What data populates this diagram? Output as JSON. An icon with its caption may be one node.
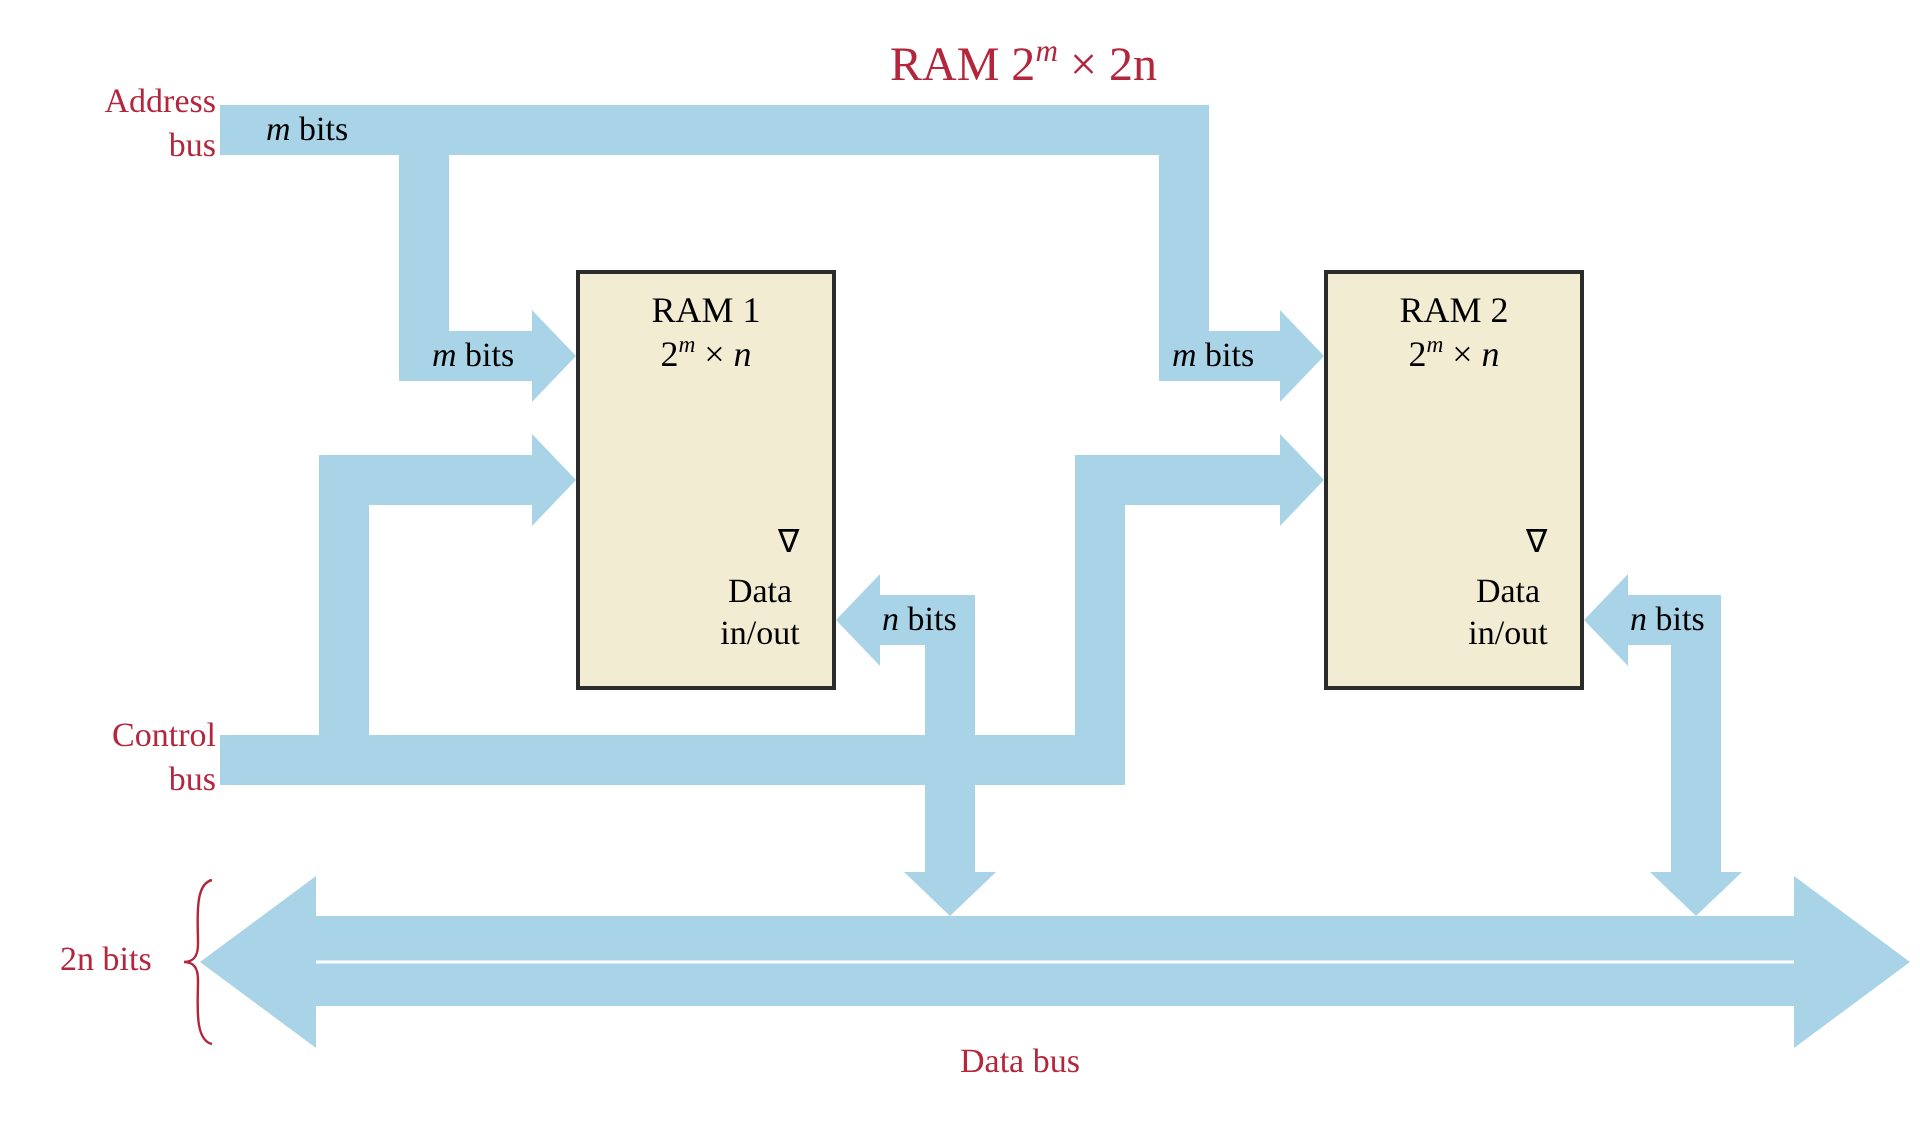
{
  "diagram": {
    "title": "RAM 2$^{m}$ × 2n",
    "nodes": [
      {
        "text": [
          "Address bus"
        ]
      },
      {
        "text": [
          "RAM 1",
          "2$^{m}$ × *n*",
          "∇",
          "Data in/out"
        ]
      },
      {
        "text": [
          "RAM 2",
          "2$^{m}$ × *n*",
          "∇",
          "Data in/out"
        ]
      },
      {
        "text": [
          "Control bus"
        ]
      },
      {
        "text": [
          "Data bus"
        ],
        "beside": [
          "2n bits"
        ]
      }
    ],
    "edges": [
      {
        "from": 0,
        "to": 1,
        "arrow": "to",
        "label": "*m* bits"
      },
      {
        "from": 0,
        "to": 2,
        "arrow": "to",
        "label": "*m* bits"
      },
      {
        "from": 3,
        "to": 1,
        "arrow": "to"
      },
      {
        "from": 3,
        "to": 2,
        "arrow": "to"
      },
      {
        "from": 1,
        "to": 4,
        "arrow": "both",
        "label": "*n* bits"
      },
      {
        "from": 2,
        "to": 4,
        "arrow": "both",
        "label": "*n* bits"
      }
    ],
    "labels": [
      "*m* bits"
    ]
  }
}
